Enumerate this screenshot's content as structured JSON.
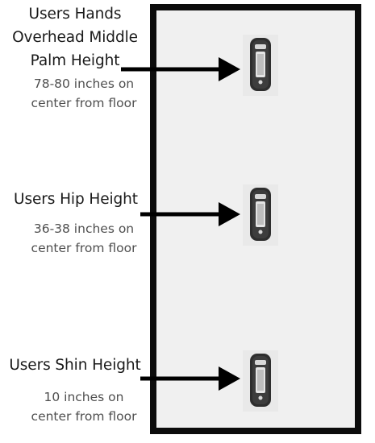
{
  "callouts": [
    {
      "title": "Users Hands Overhead Middle Palm Height",
      "title_lines": [
        "Users Hands",
        "Overhead Middle",
        "Palm Height"
      ],
      "detail_lines": [
        "78-80 inches on",
        "center from floor"
      ]
    },
    {
      "title": "Users Hip Height",
      "title_lines": [
        "Users Hip Height"
      ],
      "detail_lines": [
        "36-38 inches on",
        "center from floor"
      ]
    },
    {
      "title": "Users Shin Height",
      "title_lines": [
        "Users Shin Height"
      ],
      "detail_lines": [
        "10 inches on",
        "center from floor"
      ]
    }
  ],
  "colors": {
    "door_frame": "#0c0c0c",
    "door_panel": "#f0f0f0",
    "arrow": "#000000",
    "latch_body": "#2e2e2e"
  },
  "icons": [
    "arrow-right-icon",
    "slide-latch-icon"
  ]
}
